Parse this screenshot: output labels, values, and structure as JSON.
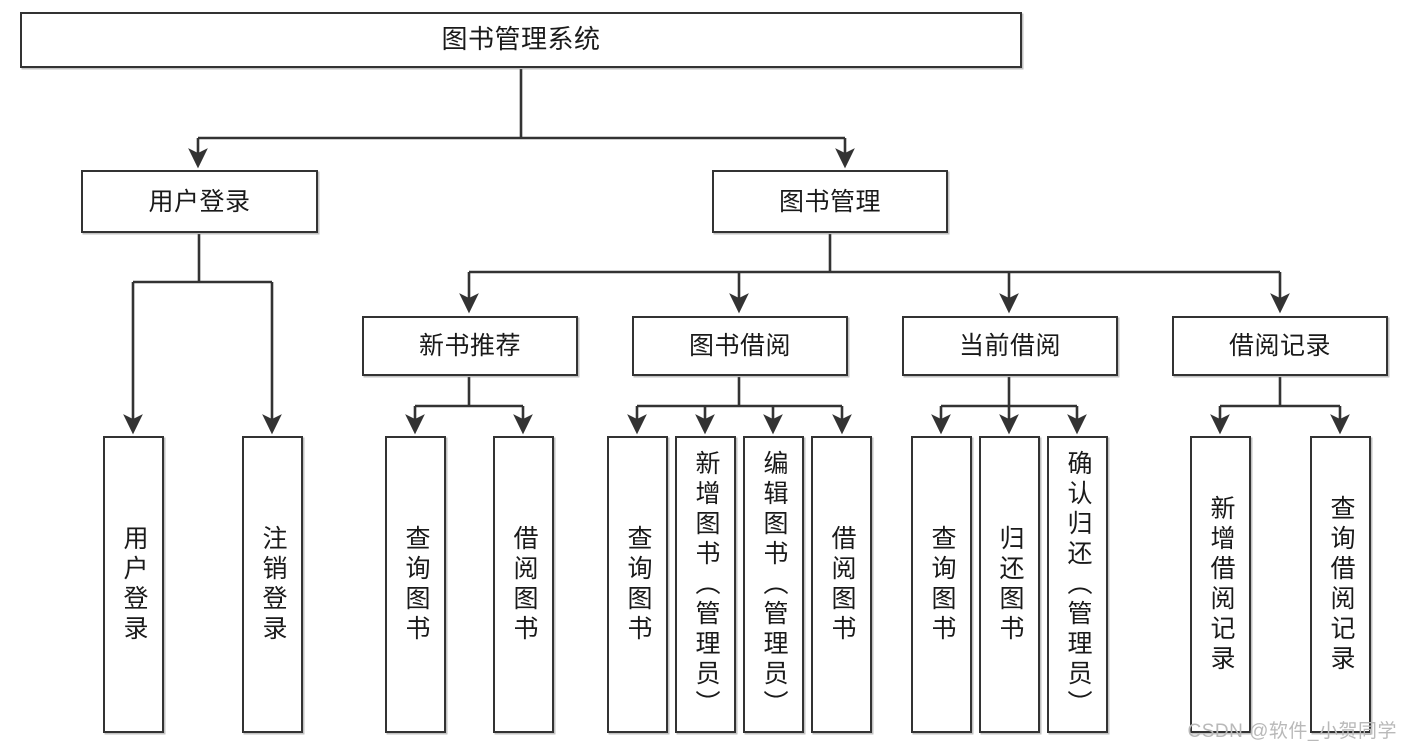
{
  "diagram": {
    "title": "图书管理系统",
    "type": "tree",
    "background_color": "#ffffff",
    "stroke_color": "#333333",
    "text_color": "#1a1a1a",
    "levels": [
      {
        "level": 1,
        "nodes": [
          {
            "id": "root",
            "label": "图书管理系统"
          }
        ]
      },
      {
        "level": 2,
        "nodes": [
          {
            "id": "user-login",
            "label": "用户登录",
            "parent": "root"
          },
          {
            "id": "book-manage",
            "label": "图书管理",
            "parent": "root"
          }
        ]
      },
      {
        "level": 3,
        "nodes": [
          {
            "id": "new-book-rec",
            "label": "新书推荐",
            "parent": "book-manage"
          },
          {
            "id": "book-borrow",
            "label": "图书借阅",
            "parent": "book-manage"
          },
          {
            "id": "current-borrow",
            "label": "当前借阅",
            "parent": "book-manage"
          },
          {
            "id": "borrow-record",
            "label": "借阅记录",
            "parent": "book-manage"
          }
        ]
      },
      {
        "level": 4,
        "nodes": [
          {
            "id": "leaf-user-login",
            "label": "用户登录",
            "parent": "user-login"
          },
          {
            "id": "leaf-user-logout",
            "label": "注销登录",
            "parent": "user-login"
          },
          {
            "id": "leaf-query-book-1",
            "label": "查询图书",
            "parent": "new-book-rec"
          },
          {
            "id": "leaf-borrow-book-1",
            "label": "借阅图书",
            "parent": "new-book-rec"
          },
          {
            "id": "leaf-query-book-2",
            "label": "查询图书",
            "parent": "book-borrow"
          },
          {
            "id": "leaf-add-book",
            "label": "新增图书（管理员）",
            "parent": "book-borrow"
          },
          {
            "id": "leaf-edit-book",
            "label": "编辑图书（管理员）",
            "parent": "book-borrow"
          },
          {
            "id": "leaf-borrow-book-2",
            "label": "借阅图书",
            "parent": "book-borrow"
          },
          {
            "id": "leaf-query-book-3",
            "label": "查询图书",
            "parent": "current-borrow"
          },
          {
            "id": "leaf-return-book",
            "label": "归还图书",
            "parent": "current-borrow"
          },
          {
            "id": "leaf-confirm-return",
            "label": "确认归还（管理员）",
            "parent": "current-borrow"
          },
          {
            "id": "leaf-add-record",
            "label": "新增借阅记录",
            "parent": "borrow-record"
          },
          {
            "id": "leaf-query-record",
            "label": "查询借阅记录",
            "parent": "borrow-record"
          }
        ]
      }
    ]
  },
  "watermark": {
    "text": "CSDN @软件_小贺同学"
  }
}
